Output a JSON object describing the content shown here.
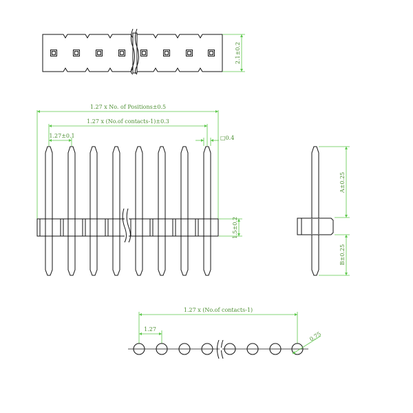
{
  "dimensions": {
    "top_height": "2.1±0.2",
    "total_length": "1.27 x No. of Positions±0.5",
    "contacts_span": "1.27 x (No.of contacts-1)±0.3",
    "pitch_tol": "1.27±0.1",
    "pin_width": "□0.4",
    "body_height": "1.5±0.2",
    "side_upper": "A±0.25",
    "side_lower": "B±0.25",
    "bottom_span": "1.27 x (No.of contacts-1)",
    "bottom_pitch": "1.27",
    "hole_diameter": "0.75"
  },
  "views": [
    "top-view",
    "front-view",
    "side-view",
    "pcb-layout"
  ]
}
